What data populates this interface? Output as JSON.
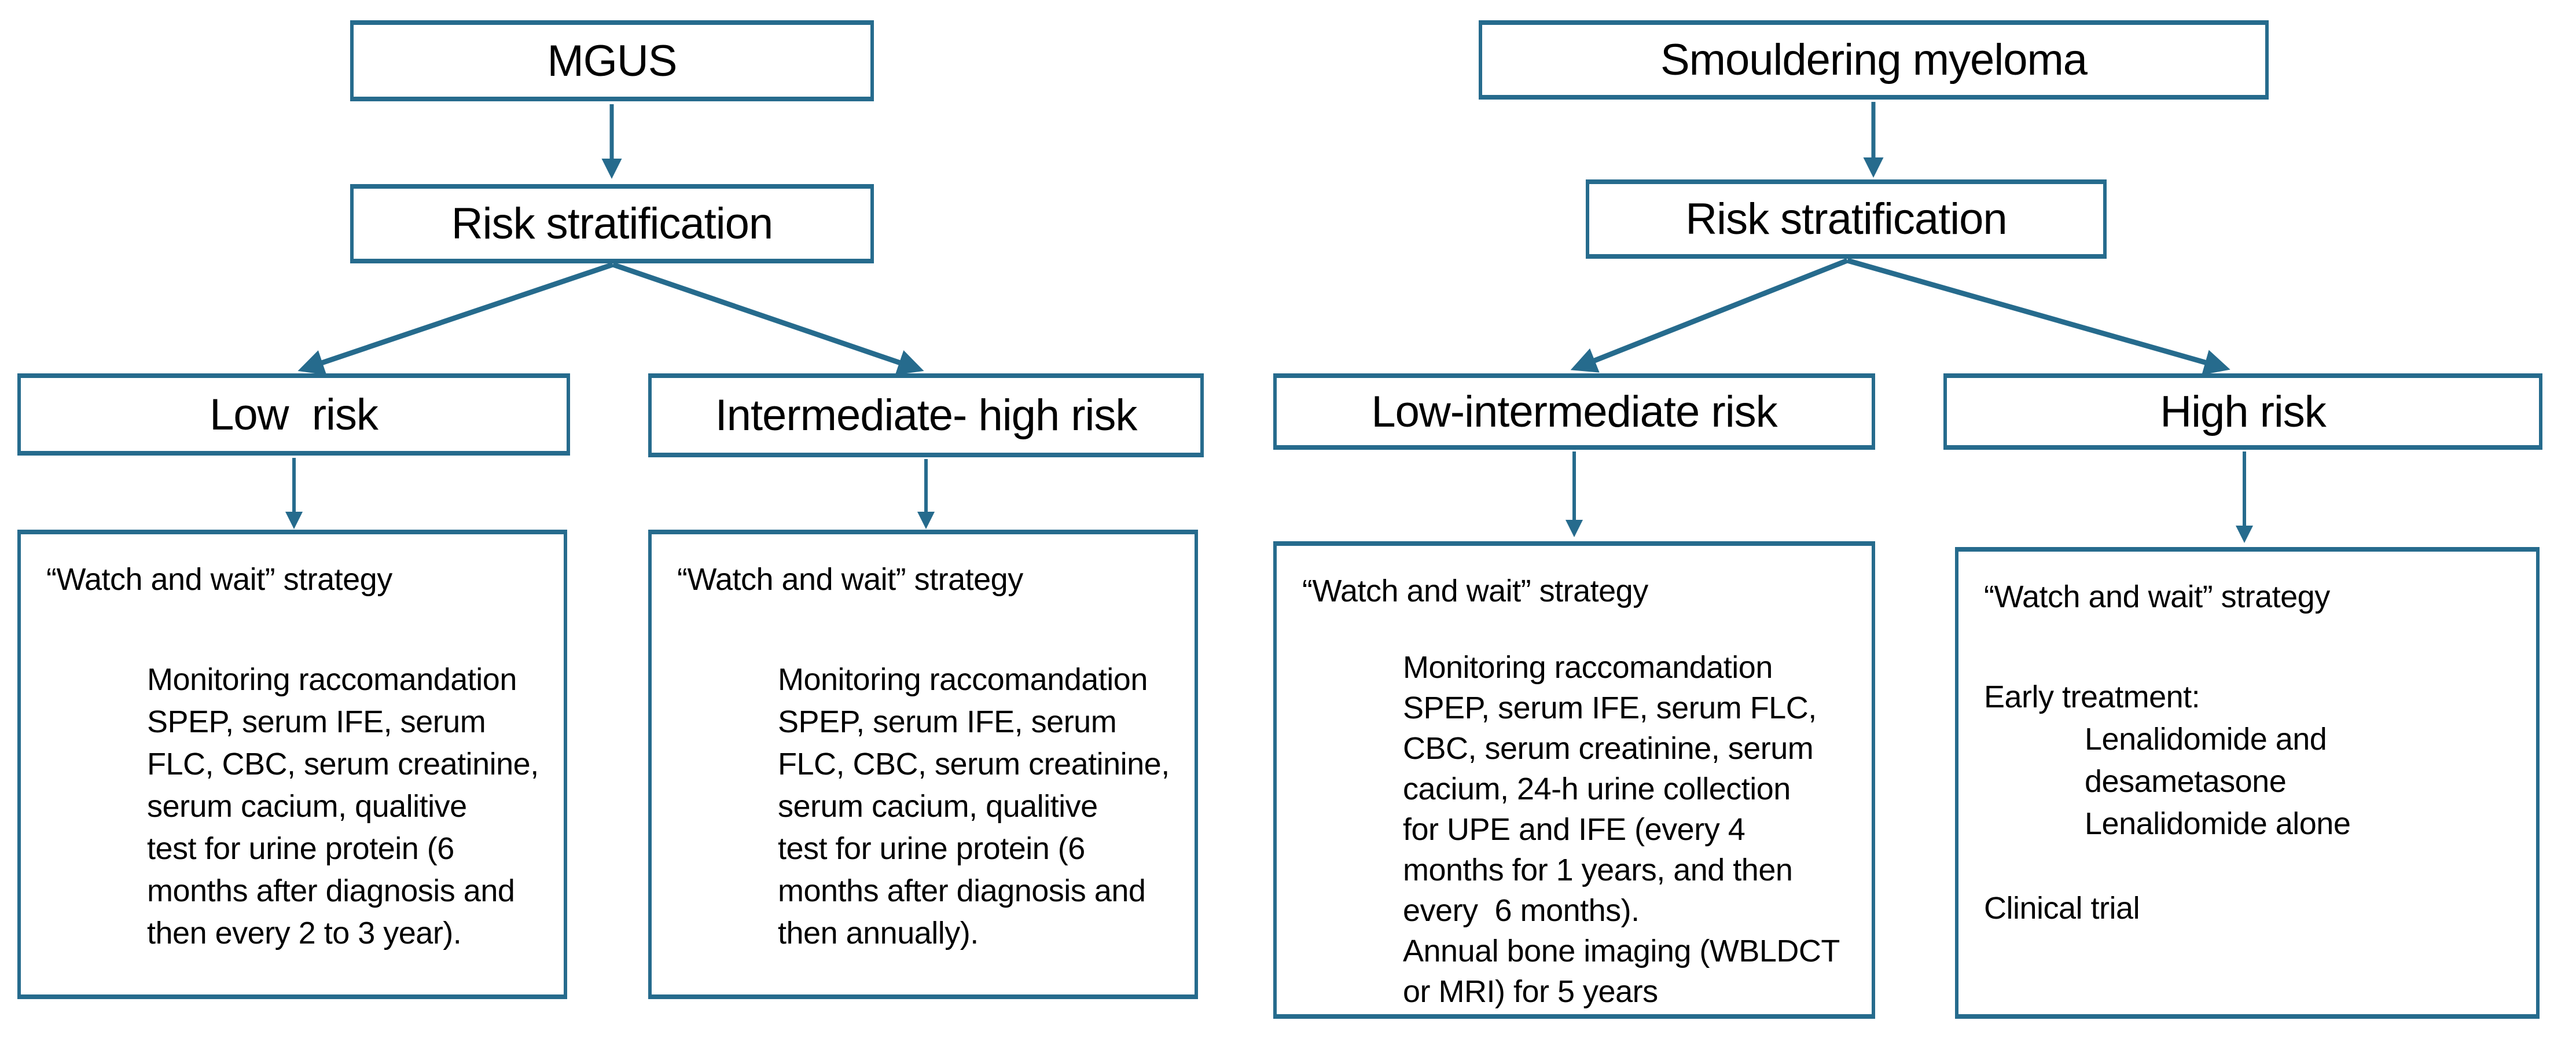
{
  "colors": {
    "accent": "#266b8d",
    "text": "#000000",
    "background": "#ffffff"
  },
  "diagram": {
    "left": {
      "root": "MGUS",
      "stratification": "Risk stratification",
      "branches": [
        {
          "label": "Low  risk",
          "detail": {
            "title": "“Watch and wait” strategy",
            "lines": [
              "Monitoring raccomandation",
              "SPEP, serum IFE, serum",
              "FLC, CBC, serum creatinine,",
              "serum cacium, qualitive",
              "test for urine protein (6",
              "months after diagnosis and",
              "then every 2 to 3 year)."
            ]
          }
        },
        {
          "label": "Intermediate- high risk",
          "detail": {
            "title": "“Watch and wait” strategy",
            "lines": [
              "Monitoring raccomandation",
              "SPEP, serum IFE, serum",
              "FLC, CBC, serum creatinine,",
              "serum cacium, qualitive",
              "test for urine protein (6",
              "months after diagnosis and",
              "then annually)."
            ]
          }
        }
      ]
    },
    "right": {
      "root": "Smouldering myeloma",
      "stratification": "Risk stratification",
      "branches": [
        {
          "label": "Low-intermediate risk",
          "detail": {
            "title": "“Watch and wait” strategy",
            "lines": [
              "Monitoring raccomandation",
              "SPEP, serum IFE, serum FLC,",
              "CBC, serum creatinine, serum",
              "cacium, 24-h urine collection",
              "for UPE and IFE (every 4",
              "months for 1 years, and then",
              "every  6 months).",
              "Annual bone imaging (WBLDCT",
              "or MRI) for 5 years"
            ]
          }
        },
        {
          "label": "High risk",
          "detail": {
            "title": "“Watch and wait” strategy",
            "lines": [
              {
                "text": "Early treatment:",
                "indent": 0
              },
              {
                "text": "Lenalidomide and",
                "indent": 1
              },
              {
                "text": "desametasone",
                "indent": 1
              },
              {
                "text": "Lenalidomide alone",
                "indent": 1
              },
              {
                "text": "",
                "indent": 0
              },
              {
                "text": "Clinical trial",
                "indent": 0
              }
            ]
          }
        }
      ]
    }
  }
}
